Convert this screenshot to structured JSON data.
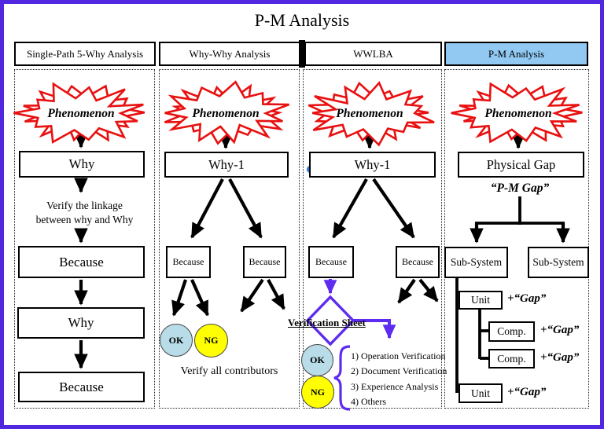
{
  "title": "P-M Analysis",
  "columns": {
    "c1": {
      "header": "Single-Path 5-Why Analysis",
      "phenomenon": "Phenomenon",
      "why_top": "Why",
      "note_line1": "Verify the linkage",
      "note_line2": "between why and Why",
      "because_1": "Because",
      "why_2": "Why",
      "because_2": "Because"
    },
    "c2": {
      "header": "Why-Why Analysis",
      "phenomenon": "Phenomenon",
      "why1": "Why-1",
      "because_left": "Because",
      "because_right": "Because",
      "ok_label": "OK",
      "ng_label": "NG",
      "note": "Verify all contributors"
    },
    "c3": {
      "header": "WWLBA",
      "phenomenon": "Phenomenon",
      "why1": "Why-1",
      "because_left": "Because",
      "because_right": "Because",
      "verification_sheet_label": "Verification Sheet",
      "ok_label": "OK",
      "ng_label": "NG",
      "checklist": [
        "1) Operation Verification",
        "2) Document Verification",
        "3) Experience Analysis",
        "4) Others"
      ]
    },
    "c4": {
      "header": "P-M Analysis",
      "phenomenon": "Phenomenon",
      "physical_gap": "Physical Gap",
      "pm_gap_label": "“P-M Gap”",
      "subsystem_left": "Sub-System",
      "subsystem_right": "Sub-System",
      "unit_top": "Unit",
      "comp_1": "Comp.",
      "comp_2": "Comp.",
      "unit_bottom": "Unit",
      "gap_suffix": "+“Gap”"
    }
  },
  "colors": {
    "frame_border": "#5128e0",
    "header_highlight": "#92c9f2",
    "starburst_red": "#e81010",
    "flow_purple": "#5e2bf0",
    "ok_fill": "#b8dce8",
    "ng_fill": "#ffff00",
    "annotation_dots": "#2e7fd8"
  }
}
